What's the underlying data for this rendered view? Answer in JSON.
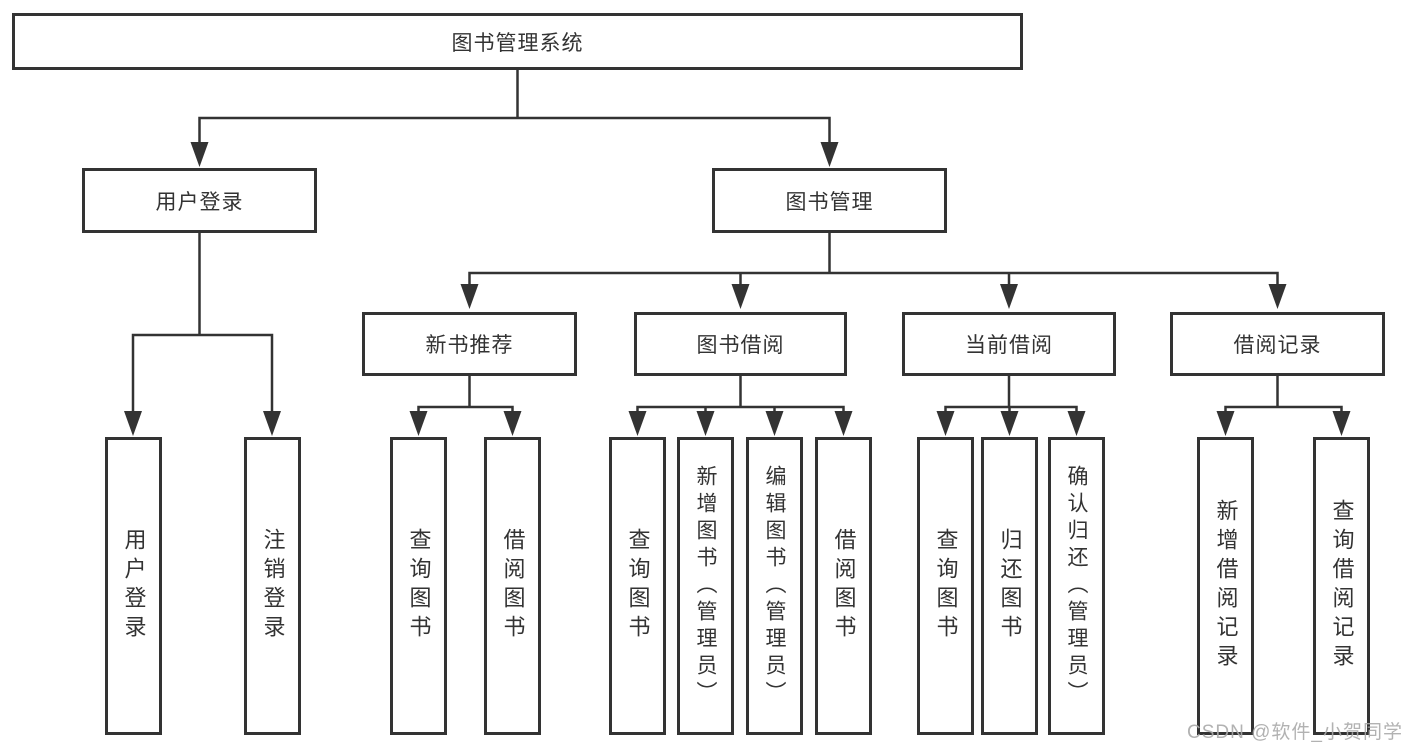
{
  "diagram": {
    "root": {
      "label": "图书管理系统"
    },
    "level2": [
      {
        "label": "用户登录"
      },
      {
        "label": "图书管理"
      }
    ],
    "level3": [
      {
        "label": "新书推荐"
      },
      {
        "label": "图书借阅"
      },
      {
        "label": "当前借阅"
      },
      {
        "label": "借阅记录"
      }
    ],
    "leaves": {
      "user_login": [
        "用户登录",
        "注销登录"
      ],
      "new_books": [
        "查询图书",
        "借阅图书"
      ],
      "book_borrow": [
        "查询图书",
        "新增图书（管理员）",
        "编辑图书（管理员）",
        "借阅图书"
      ],
      "current_borrow": [
        "查询图书",
        "归还图书",
        "确认归还（管理员）"
      ],
      "borrow_records": [
        "新增借阅记录",
        "查询借阅记录"
      ]
    }
  },
  "watermark": {
    "text": "CSDN @软件_小贺同学"
  },
  "colors": {
    "line": "#333333",
    "text": "#333333",
    "background": "#ffffff",
    "watermark": "#aaaaaa"
  }
}
